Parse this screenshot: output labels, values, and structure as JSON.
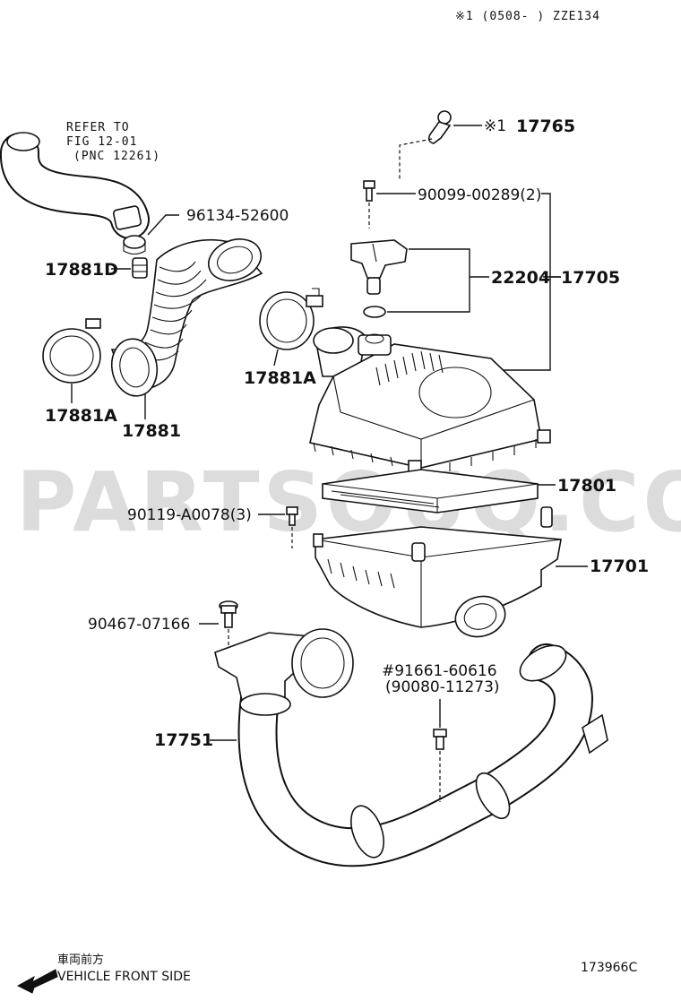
{
  "header": {
    "model_note": "※1 (0508-      ) ZZE134"
  },
  "refer_note": {
    "line1": "REFER TO",
    "line2": "FIG 12-01",
    "line3": "(PNC 12261)"
  },
  "watermark": "PARTSOUQ.COM",
  "callouts": {
    "p17765": "17765",
    "p17765_mark": "※1",
    "p90099": "90099-00289(2)",
    "p96134": "96134-52600",
    "p17881D": "17881D",
    "p22204": "22204",
    "p17705": "17705",
    "p17881A_left": "17881A",
    "p17881": "17881",
    "p17881A_mid": "17881A",
    "p17801": "17801",
    "p90119": "90119-A0078(3)",
    "p17701": "17701",
    "p90467": "90467-07166",
    "p91661": "#91661-60616",
    "p90080": "(90080-11273)",
    "p17751": "17751"
  },
  "footer": {
    "direction_jp": "車両前方",
    "direction_en": "VEHICLE FRONT SIDE",
    "figure_code": "173966C"
  }
}
